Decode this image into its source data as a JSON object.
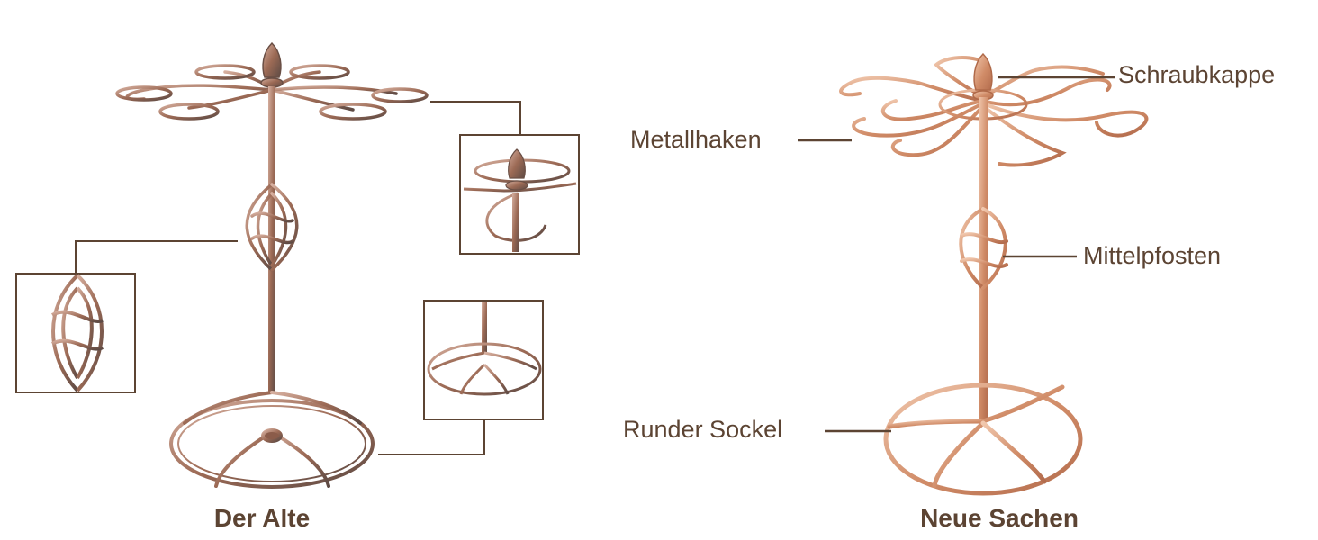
{
  "left_product": {
    "caption": "Der Alte"
  },
  "right_product": {
    "caption": "Neue Sachen",
    "labels": {
      "screw_cap": "Schraubkappe",
      "metal_hooks": "Metallhaken",
      "center_post": "Mittelpfosten",
      "round_base": "Runder Sockel"
    }
  },
  "colors": {
    "text": "#5c4433",
    "line": "#5c4433",
    "old_metal": "#9c6a55",
    "old_highlight": "#d7b0a0",
    "new_metal": "#d08b67",
    "new_highlight": "#f1c8ae"
  }
}
